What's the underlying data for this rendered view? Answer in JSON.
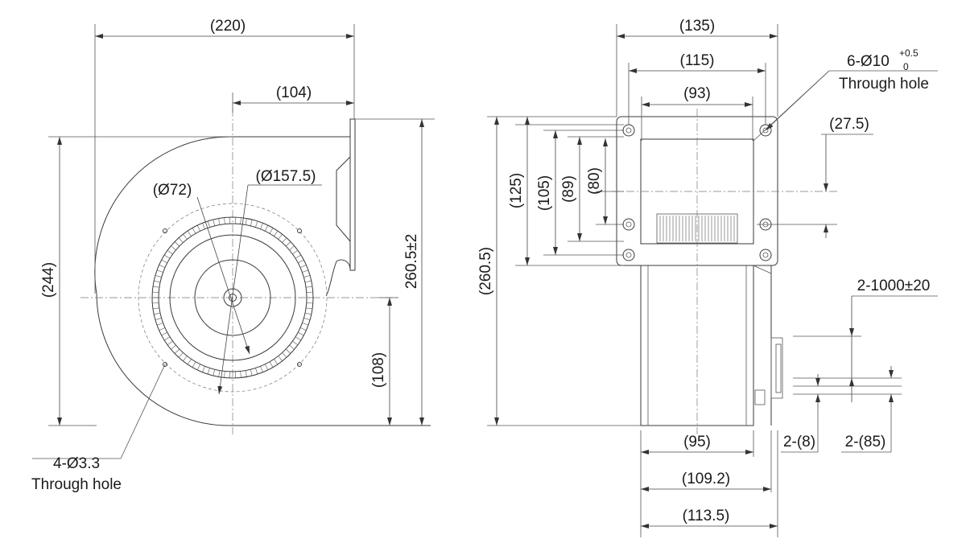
{
  "front_view": {
    "dim_overall_width": "(220)",
    "dim_outlet_offset": "(104)",
    "dim_inlet_dia": "(Ø72)",
    "dim_mount_circle_dia": "(Ø157.5)",
    "dim_overall_height": "(244)",
    "dim_height_tol": "260.5±2",
    "dim_center_height": "(108)",
    "note_mount_holes_line1": "4-Ø3.3",
    "note_mount_holes_line2": "Through hole"
  },
  "side_view": {
    "dim_flange_width": "(135)",
    "dim_hole_pitch_outer": "(115)",
    "dim_hole_pitch_inner": "(93)",
    "note_flange_holes_prefix": "6-Ø10",
    "note_flange_holes_tol_upper": "+0.5",
    "note_flange_holes_tol_lower": "0",
    "note_flange_holes_line2": "Through hole",
    "dim_outlet_depth": "(27.5)",
    "dim_v125": "(125)",
    "dim_v105": "(105)",
    "dim_v89": "(89)",
    "dim_v80": "(80)",
    "dim_overall_height": "(260.5)",
    "dim_lead_length": "2-1000±20",
    "dim_lead_strip": "2-(8)",
    "dim_lead_sleeve": "2-(85)",
    "dim_body_95": "(95)",
    "dim_body_109": "(109.2)",
    "dim_body_113": "(113.5)"
  }
}
